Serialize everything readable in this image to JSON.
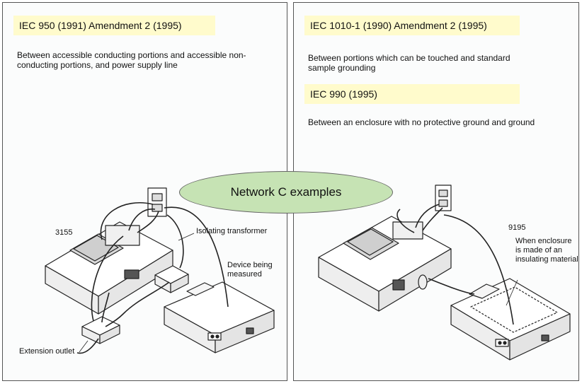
{
  "left": {
    "standard": "IEC 950 (1991) Amendment 2 (1995)",
    "description_lines": [
      "Between accessible conducting portions and accessible non-",
      "conducting portions, and power supply line"
    ],
    "labels": {
      "device_id": "3155",
      "transformer": "Isolating transformer",
      "device_measured_lines": [
        "Device being",
        "measured"
      ],
      "extension_outlet": "Extension outlet"
    }
  },
  "right": {
    "standard_1": "IEC 1010-1 (1990) Amendment 2 (1995)",
    "description_1_lines": [
      "Between portions which can be touched and standard",
      "sample grounding"
    ],
    "standard_2": "IEC 990 (1995)",
    "description_2": "Between an enclosure with no protective ground and ground",
    "labels": {
      "device_id": "9195",
      "enclosure_note_lines": [
        "When enclosure",
        "is made of an",
        "insulating material"
      ]
    }
  },
  "banner": "Network C examples",
  "colors": {
    "highlight": "#fffbcc",
    "banner": "#c6e3b4",
    "panel": "#fbfcfc"
  }
}
